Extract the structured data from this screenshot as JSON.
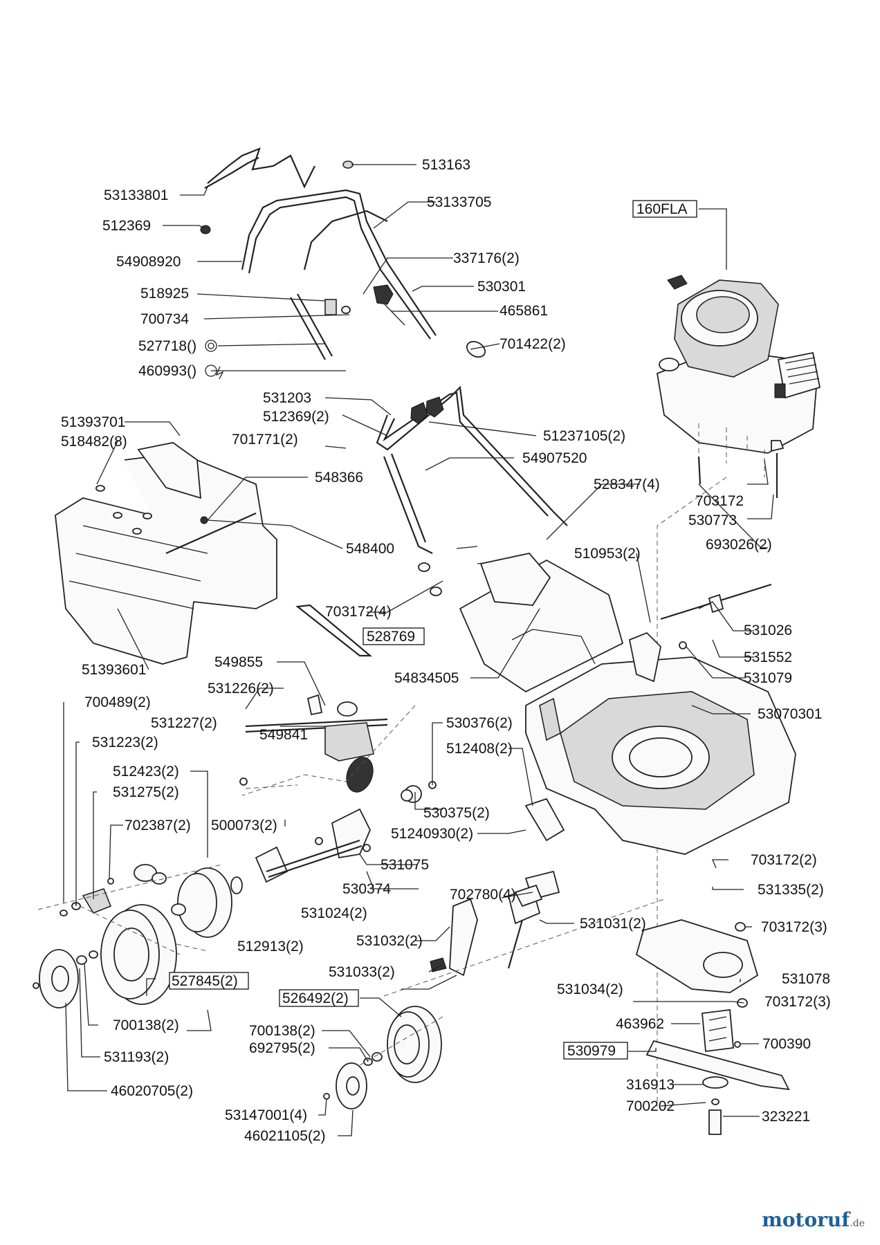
{
  "labels": [
    "513163",
    "53133801",
    "53133705",
    "512369",
    "54908920",
    "337176(2)",
    "518925",
    "530301",
    "700734",
    "465861",
    "527718()",
    "701422(2)",
    "460993()",
    "160FLA",
    "531203",
    "512369(2)",
    "51237105(2)",
    "701771(2)",
    "54907520",
    "51393701",
    "518482(8)",
    "548366",
    "528347(4)",
    "548400",
    "703172",
    "530773",
    "693026(2)",
    "510953(2)",
    "703172(4)",
    "531026",
    "528769",
    "531552",
    "51393601",
    "549855",
    "54834505",
    "531079",
    "531226(2)",
    "700489(2)",
    "53070301",
    "531227(2)",
    "549841",
    "530376(2)",
    "531223(2)",
    "512408(2)",
    "512423(2)",
    "531275(2)",
    "530375(2)",
    "500073(2)",
    "51240930(2)",
    "702387(2)",
    "531075",
    "703172(2)",
    "702780(4)",
    "530374",
    "531335(2)",
    "531024(2)",
    "531031(2)",
    "703172(3)",
    "531032(2)",
    "512913(2)",
    "531078",
    "531033(2)",
    "527845(2)",
    "531034(2)",
    "526492(2)",
    "703172(3)",
    "700138(2)",
    "463962",
    "700138(2)",
    "692795(2)",
    "530979",
    "700390",
    "531193(2)",
    "316913",
    "700202",
    "323221",
    "46020705(2)",
    "53147001(4)",
    "46021105(2)"
  ],
  "watermark": {
    "brand": "motoruf",
    "suffix": ".de"
  }
}
